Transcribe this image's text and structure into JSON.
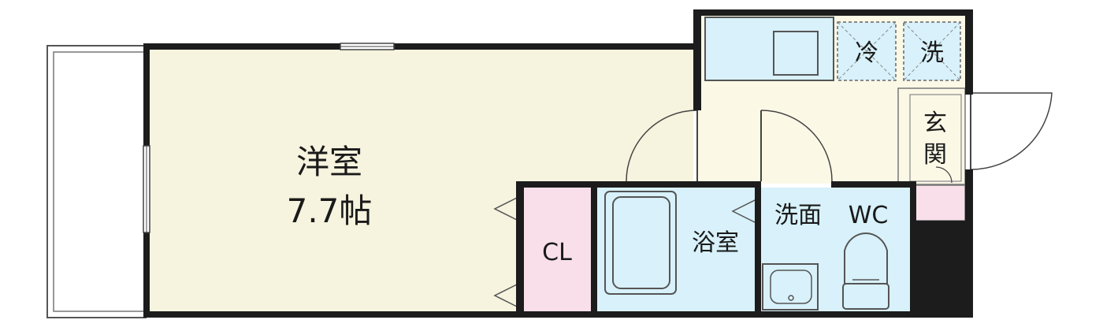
{
  "rooms": {
    "western_room": {
      "name": "洋室",
      "area": "7.7帖"
    },
    "closet": {
      "name": "CL"
    },
    "bath": {
      "name": "浴室"
    },
    "washroom": {
      "name": "洗面"
    },
    "toilet": {
      "name": "WC"
    },
    "fridge": {
      "name": "冷"
    },
    "washer": {
      "name": "洗"
    },
    "entrance": {
      "line1": "玄",
      "line2": "関"
    }
  },
  "colors": {
    "western_room": "#f6f3de",
    "kitchen": "#fbf8e6",
    "closet": "#f8dfe9",
    "wet_area": "#d8f1fa",
    "wall": "#1c1c1c",
    "line": "#3a3a3a"
  }
}
